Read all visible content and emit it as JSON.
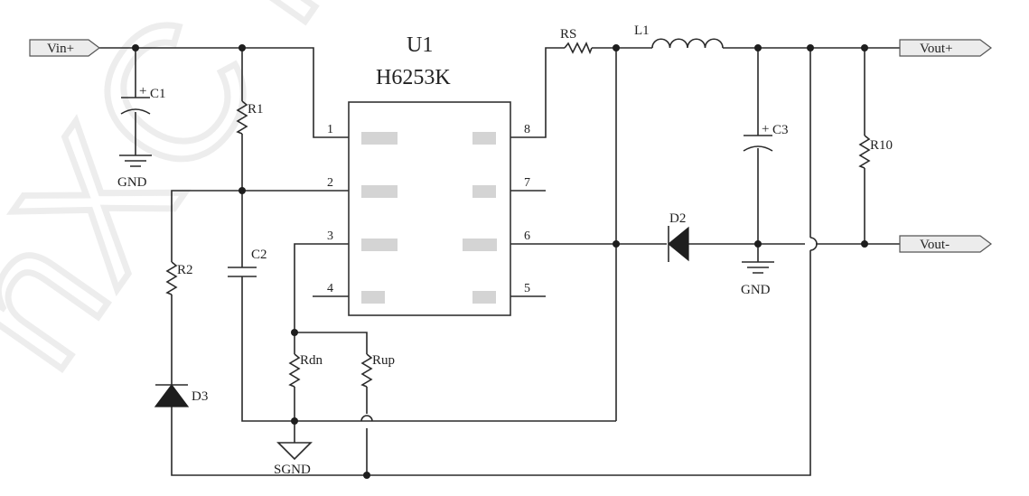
{
  "watermark": "nXC P",
  "chip": {
    "ref": "U1",
    "part": "H6253K",
    "pins": [
      "1",
      "2",
      "3",
      "4",
      "5",
      "6",
      "7",
      "8"
    ]
  },
  "ports": {
    "vin_plus": "Vin+",
    "vout_plus": "Vout+",
    "vout_minus": "Vout-"
  },
  "components": {
    "c1": "C1",
    "c1_polarity": "+",
    "c2": "C2",
    "c3": "C3",
    "c3_polarity": "+",
    "r1": "R1",
    "r2": "R2",
    "r10": "R10",
    "rs": "RS",
    "l1": "L1",
    "rdn": "Rdn",
    "rup": "Rup",
    "d2": "D2",
    "d3": "D3"
  },
  "grounds": {
    "gnd_left": "GND",
    "gnd_right": "GND",
    "sgnd": "SGND"
  }
}
